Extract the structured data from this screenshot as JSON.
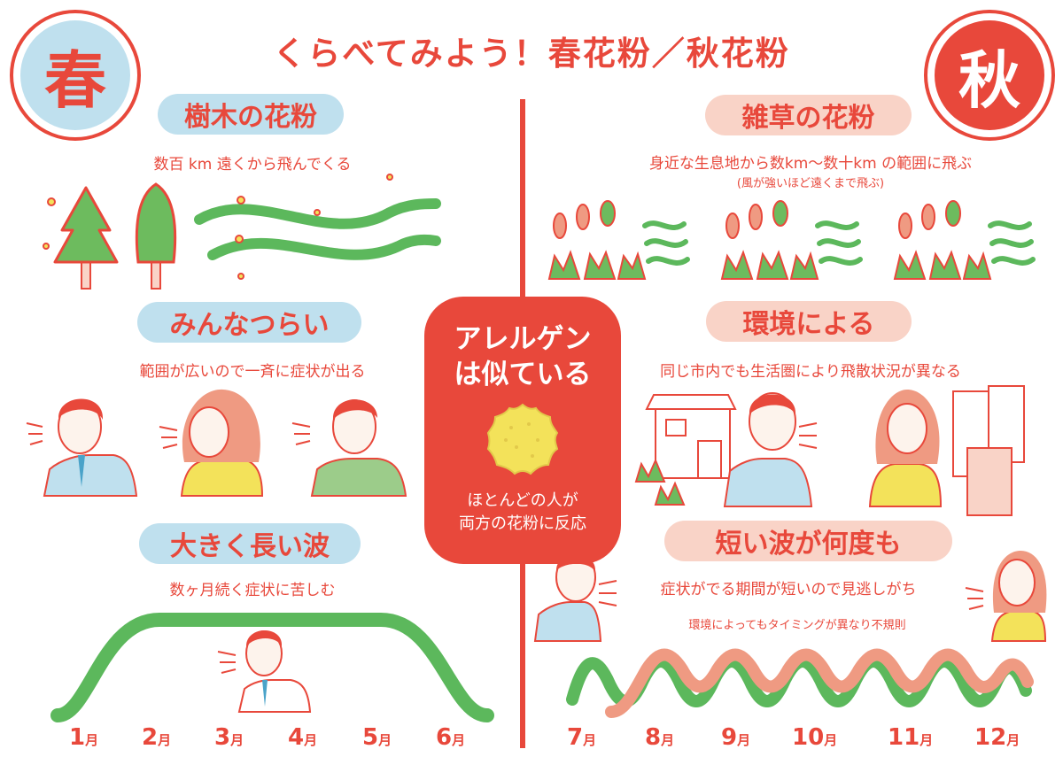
{
  "title": "くらべてみよう！春花粉／秋花粉",
  "spring_label": "春",
  "autumn_label": "秋",
  "spring": {
    "pollen_type": "樹木の花粉",
    "pollen_desc": "数百 km 遠くから飛んでくる",
    "severity_title": "みんなつらい",
    "severity_desc": "範囲が広いので一斉に症状が出る",
    "wave_title": "大きく長い波",
    "wave_desc": "数ヶ月続く症状に苦しむ",
    "months": [
      {
        "num": "1",
        "unit": "月"
      },
      {
        "num": "2",
        "unit": "月"
      },
      {
        "num": "3",
        "unit": "月"
      },
      {
        "num": "4",
        "unit": "月"
      },
      {
        "num": "5",
        "unit": "月"
      },
      {
        "num": "6",
        "unit": "月"
      }
    ]
  },
  "autumn": {
    "pollen_type": "雑草の花粉",
    "pollen_desc": "身近な生息地から数km〜数十km の範囲に飛ぶ",
    "pollen_note": "(風が強いほど遠くまで飛ぶ)",
    "env_title": "環境による",
    "env_desc": "同じ市内でも生活圏により飛散状況が異なる",
    "wave_title": "短い波が何度も",
    "wave_desc": "症状がでる期間が短いので見逃しがち",
    "wave_note": "環境によってもタイミングが異なり不規則",
    "months": [
      {
        "num": "7",
        "unit": "月"
      },
      {
        "num": "8",
        "unit": "月"
      },
      {
        "num": "9",
        "unit": "月"
      },
      {
        "num": "10",
        "unit": "月"
      },
      {
        "num": "11",
        "unit": "月"
      },
      {
        "num": "12",
        "unit": "月"
      }
    ]
  },
  "center": {
    "title_line1": "アレルゲン",
    "title_line2": "は似ている",
    "desc_line1": "ほとんどの人が",
    "desc_line2": "両方の花粉に反応"
  },
  "colors": {
    "accent_red": "#e8483b",
    "spring_blue": "#bfe0ee",
    "autumn_pink": "#f9d3c7",
    "wave_green": "#5cb85c",
    "wave_salmon": "#ef9a82",
    "pollen_yellow": "#f3e25a"
  }
}
